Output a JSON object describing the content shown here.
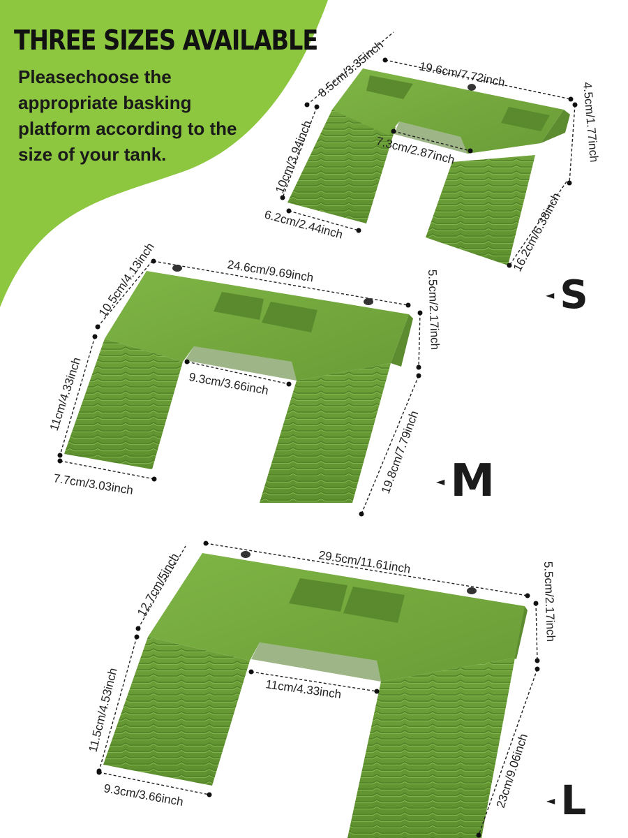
{
  "heading": "THREE SIZES AVAILABLE",
  "description": "Pleasechoose the appropriate basking platform according to the size of your tank.",
  "colors": {
    "accent_green": "#8dc63f",
    "product_green": "#6fa23a",
    "product_green_dark": "#5d8b2f",
    "product_green_light": "#85b94c",
    "text": "#111111"
  },
  "sizes": {
    "s": {
      "label": "S",
      "arrow": "◄",
      "dims": {
        "width": "19.6cm/7.72inch",
        "depth": "8.5cm/3.35inch",
        "height": "4.5cm/1.77inch",
        "ramp_length": "10cm/3.94inch",
        "ramp_width": "6.2cm/2.44inch",
        "gap": "7.3cm/2.87inch",
        "ramp_right": "16.2cm/6.38inch"
      }
    },
    "m": {
      "label": "M",
      "arrow": "◄",
      "dims": {
        "width": "24.6cm/9.69inch",
        "depth": "10.5cm/4.13inch",
        "height": "5.5cm/2.17inch",
        "ramp_length": "11cm/4.33inch",
        "ramp_width": "7.7cm/3.03inch",
        "gap": "9.3cm/3.66inch",
        "ramp_right": "19.8cm/7.79inch"
      }
    },
    "l": {
      "label": "L",
      "arrow": "◄",
      "dims": {
        "width": "29.5cm/11.61inch",
        "depth": "12.7cm/5inch",
        "height": "5.5cm/2.17inch",
        "ramp_length": "11.5cm/4.53inch",
        "ramp_width": "9.3cm/3.66inch",
        "gap": "11cm/4.33inch",
        "ramp_right": "23cm/9.06inch"
      }
    }
  }
}
